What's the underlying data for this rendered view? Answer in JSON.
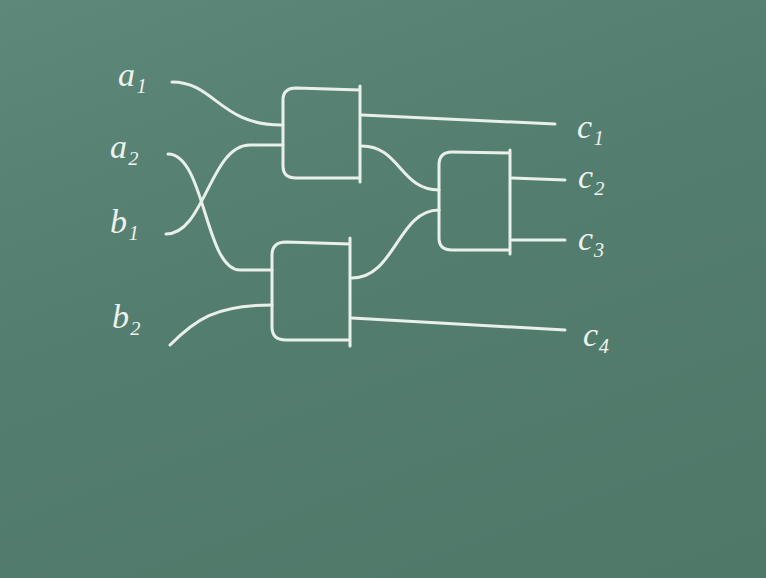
{
  "diagram": {
    "labels": [
      "a₁",
      "a₂",
      "b₁",
      "b₂",
      "c₁",
      "c₂",
      "c₃",
      "c₄"
    ]
  }
}
